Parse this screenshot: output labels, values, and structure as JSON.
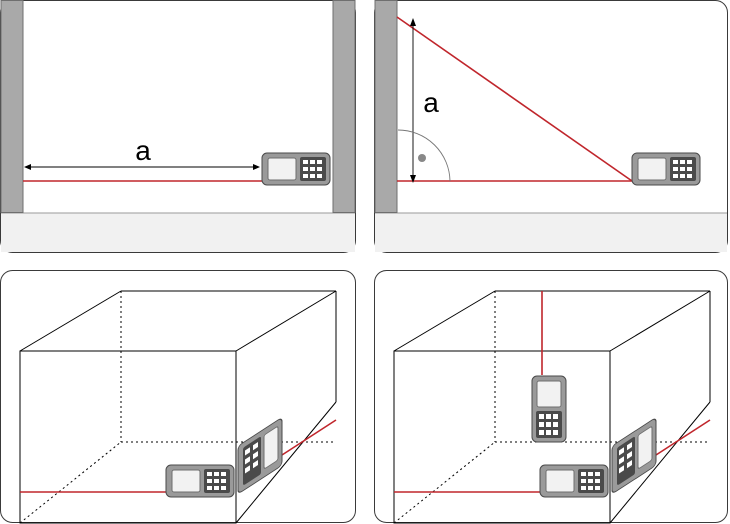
{
  "panels": [
    {
      "id": "length",
      "label": "a"
    },
    {
      "id": "height",
      "label": "a"
    },
    {
      "id": "area"
    },
    {
      "id": "volume"
    }
  ],
  "colors": {
    "laser": "#c0262c",
    "wall": "#a9a9a9",
    "wall_edge": "#6f6f6f",
    "floor": "#f1f1f1",
    "frame": "#3a3a3a",
    "device_body": "#9a9a9a",
    "device_dark": "#4a4a4a",
    "device_screen": "#f2f2f2"
  }
}
